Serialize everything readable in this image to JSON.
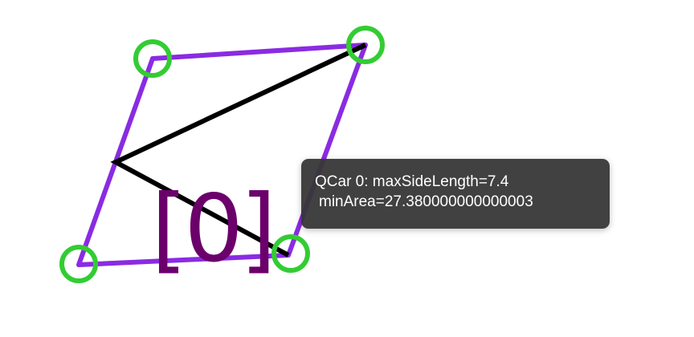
{
  "canvas": {
    "quad_color": "#8a2be2",
    "diagonal_color": "#000000",
    "handle_color": "#33cc33",
    "label_color": "#6b006b"
  },
  "qcar": {
    "label": "[0]"
  },
  "tooltip": {
    "line1": "QCar 0: maxSideLength=7.4",
    "line2": "minArea=27.380000000000003",
    "background": "#373737"
  }
}
